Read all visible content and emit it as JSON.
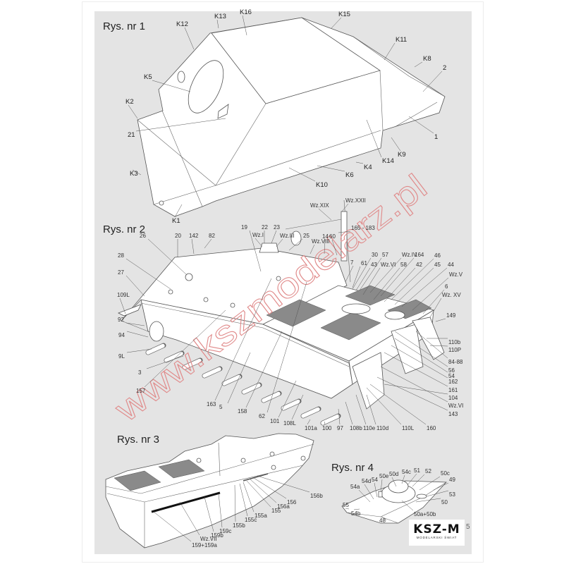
{
  "watermark": "www.kszmodelarz.pl",
  "logo": {
    "brand": "KSZ-M",
    "subtitle": "MODELARSKI ŚWIAT"
  },
  "page_number": "5",
  "figure1": {
    "title": "Rys. nr 1",
    "labels": [
      "K16",
      "K13",
      "K15",
      "K12",
      "K11",
      "K8",
      "2",
      "K5",
      "K2",
      "21",
      "1",
      "K9",
      "K14",
      "K4",
      "K6",
      "K3",
      "K10",
      "K1"
    ]
  },
  "figure2": {
    "title": "Rys. nr 2",
    "labels": [
      "Wz.XIX",
      "Wz.XXII",
      "165 - 183",
      "19",
      "22",
      "23",
      "Wz.I",
      "Wz.III",
      "25",
      "Wz.VIII",
      "14",
      "60",
      "26",
      "20",
      "142",
      "82",
      "28",
      "27",
      "109L",
      "92",
      "94",
      "9L",
      "3",
      "157",
      "163",
      "5",
      "158",
      "62",
      "101",
      "108L",
      "101a",
      "100",
      "97",
      "108b",
      "110e",
      "110d",
      "110L",
      "160",
      "30",
      "57",
      "Wz.IV",
      "164",
      "46",
      "7",
      "61",
      "43",
      "Wz.VI",
      "58",
      "42",
      "45",
      "44",
      "Wz.V",
      "6",
      "Wz. XV",
      "149",
      "110b",
      "110P",
      "84-88",
      "56",
      "54",
      "162",
      "161",
      "104",
      "Wz.VI",
      "143"
    ]
  },
  "figure3": {
    "title": "Rys. nr 3",
    "labels": [
      "156b",
      "156",
      "156a",
      "155",
      "155a",
      "155c",
      "155b",
      "159c",
      "159b",
      "Wz.VII",
      "159+159a"
    ]
  },
  "figure4": {
    "title": "Rys. nr 4",
    "labels": [
      "50d",
      "54c",
      "51",
      "52",
      "50c",
      "49",
      "54d",
      "54",
      "50e",
      "54a",
      "53",
      "50",
      "55",
      "54b",
      "50a+50b",
      "48"
    ]
  }
}
